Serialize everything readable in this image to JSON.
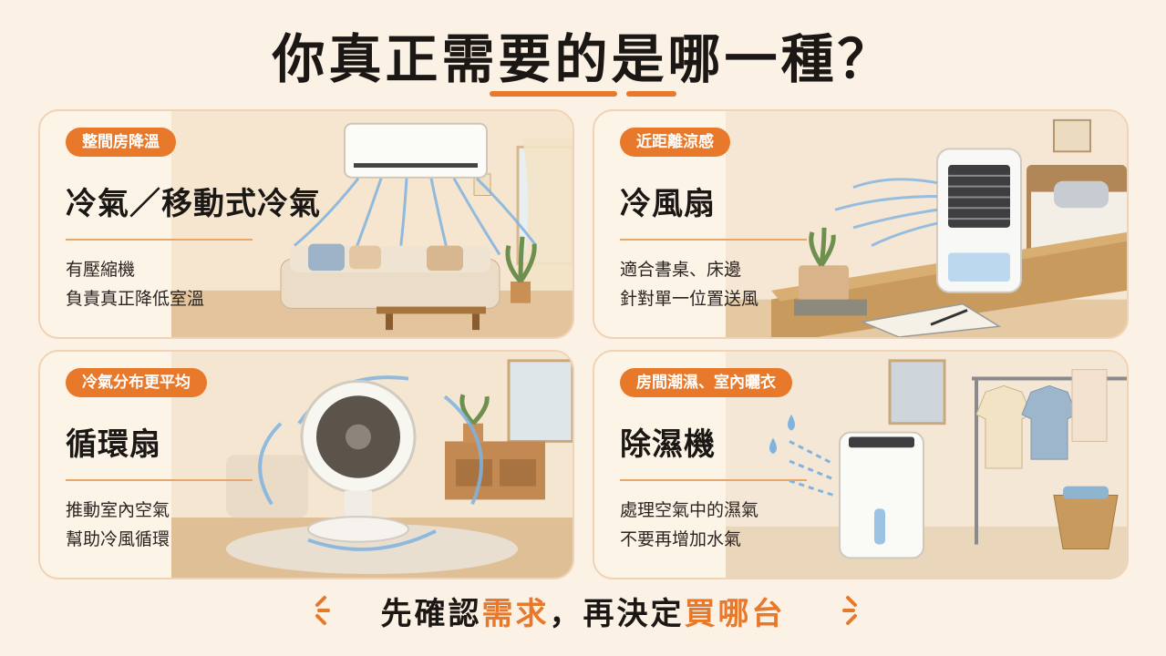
{
  "title": "你真正需要的是哪一種？",
  "cards": [
    {
      "tag": "整間房降溫",
      "heading": "冷氣／移動式冷氣",
      "lines": [
        "有壓縮機",
        "負責真正降低室溫"
      ]
    },
    {
      "tag": "近距離涼感",
      "heading": "冷風扇",
      "lines": [
        "適合書桌、床邊",
        "針對單一位置送風"
      ]
    },
    {
      "tag": "冷氣分布更平均",
      "heading": "循環扇",
      "lines": [
        "推動室內空氣",
        "幫助冷風循環"
      ]
    },
    {
      "tag": "房間潮濕、室內曬衣",
      "heading": "除濕機",
      "lines": [
        "處理空氣中的濕氣",
        "不要再增加水氣"
      ]
    }
  ],
  "footer": {
    "part1": "先確認",
    "part2": "需求",
    "part3": "，再決定",
    "part4": "買哪台"
  },
  "colors": {
    "accent": "#e8782a",
    "background": "#fbf1e4",
    "card": "#fdf4e8",
    "airflow": "#7fb3e0"
  },
  "icons": [
    "air-conditioner-icon",
    "air-cooler-icon",
    "circulator-fan-icon",
    "dehumidifier-icon"
  ]
}
